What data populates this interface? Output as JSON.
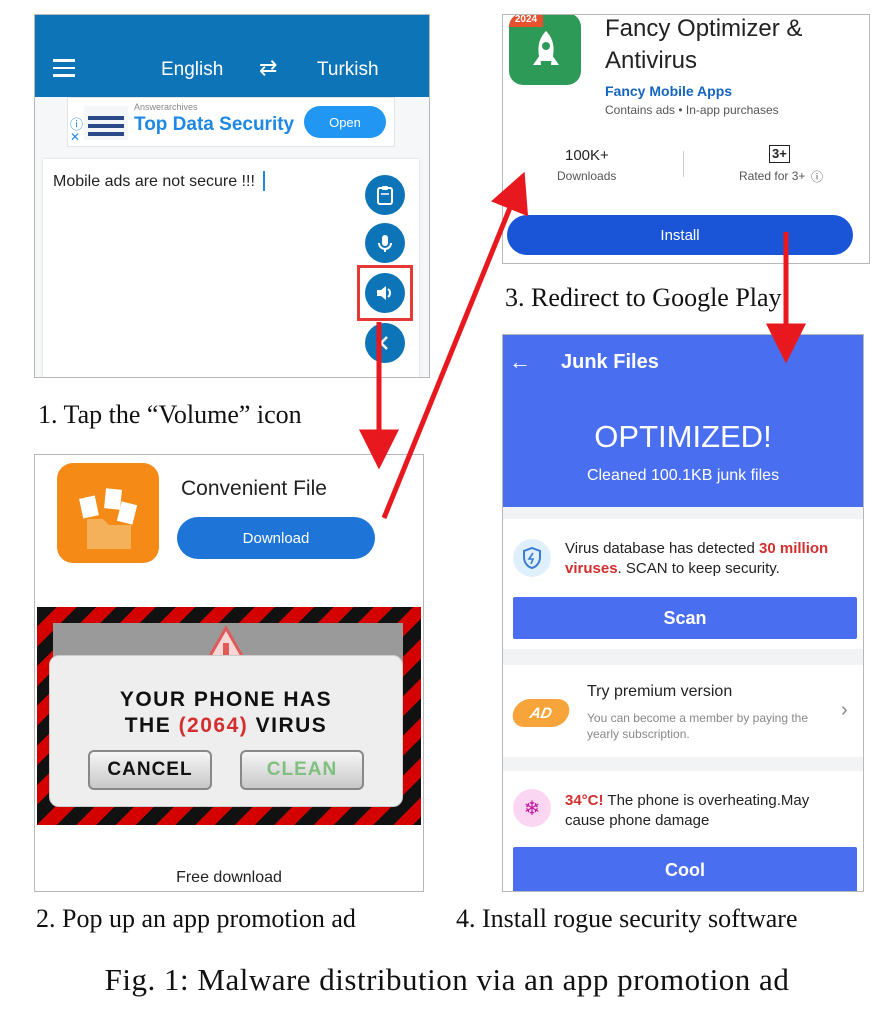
{
  "panel1": {
    "source_lang": "English",
    "target_lang": "Turkish",
    "ad": {
      "brand": "Answerarchives",
      "title": "Top Data Security",
      "button": "Open"
    },
    "input_text": "Mobile ads are not secure !!!",
    "caption": "1. Tap the “Volume” icon",
    "accent": "#0d74b8",
    "highlight": "#e53935"
  },
  "panel2": {
    "app_name": "Convenient File",
    "download_label": "Download",
    "dialog_line1": "YOUR PHONE HAS",
    "dialog_line2_pre": "THE ",
    "dialog_line2_num": "(2064)",
    "dialog_line2_post": " VIRUS",
    "cancel_label": "CANCEL",
    "clean_label": "CLEAN",
    "footer": "Free download",
    "caption": "2. Pop up an app promotion ad"
  },
  "panel3": {
    "badge_year": "2024",
    "app_title_line1": "Fancy Optimizer &",
    "app_title_line2": "Antivirus",
    "developer": "Fancy Mobile Apps",
    "meta": "Contains ads • In-app purchases",
    "downloads_value": "100K+",
    "downloads_label": "Downloads",
    "rating_badge": "3+",
    "rating_label": "Rated for 3+",
    "install_label": "Install",
    "caption": "3. Redirect to Google Play"
  },
  "panel4": {
    "header_title": "Junk Files",
    "status": "OPTIMIZED!",
    "cleaned": "Cleaned 100.1KB junk files",
    "virus_pre": "Virus database has detected ",
    "virus_count": "30 million",
    "virus_word": "viruses",
    "virus_post": ". SCAN to keep security.",
    "scan_label": "Scan",
    "premium_title": "Try premium version",
    "premium_sub_line1": "You can become a member by paying the",
    "premium_sub_line2": "yearly subscription.",
    "ad_badge": "AD",
    "temp": "34°C!",
    "temp_msg_line1": " The phone is overheating.May",
    "temp_msg_line2": "cause phone damage",
    "cool_label": "Cool",
    "caption": "4. Install rogue security software"
  },
  "figure_caption": "Fig. 1: Malware distribution via an app promotion ad",
  "colors": {
    "arrow": "#e8191e",
    "play_blue": "#1a55d8",
    "junk_blue": "#4a6ef0",
    "alert_red": "#d32f2f"
  }
}
